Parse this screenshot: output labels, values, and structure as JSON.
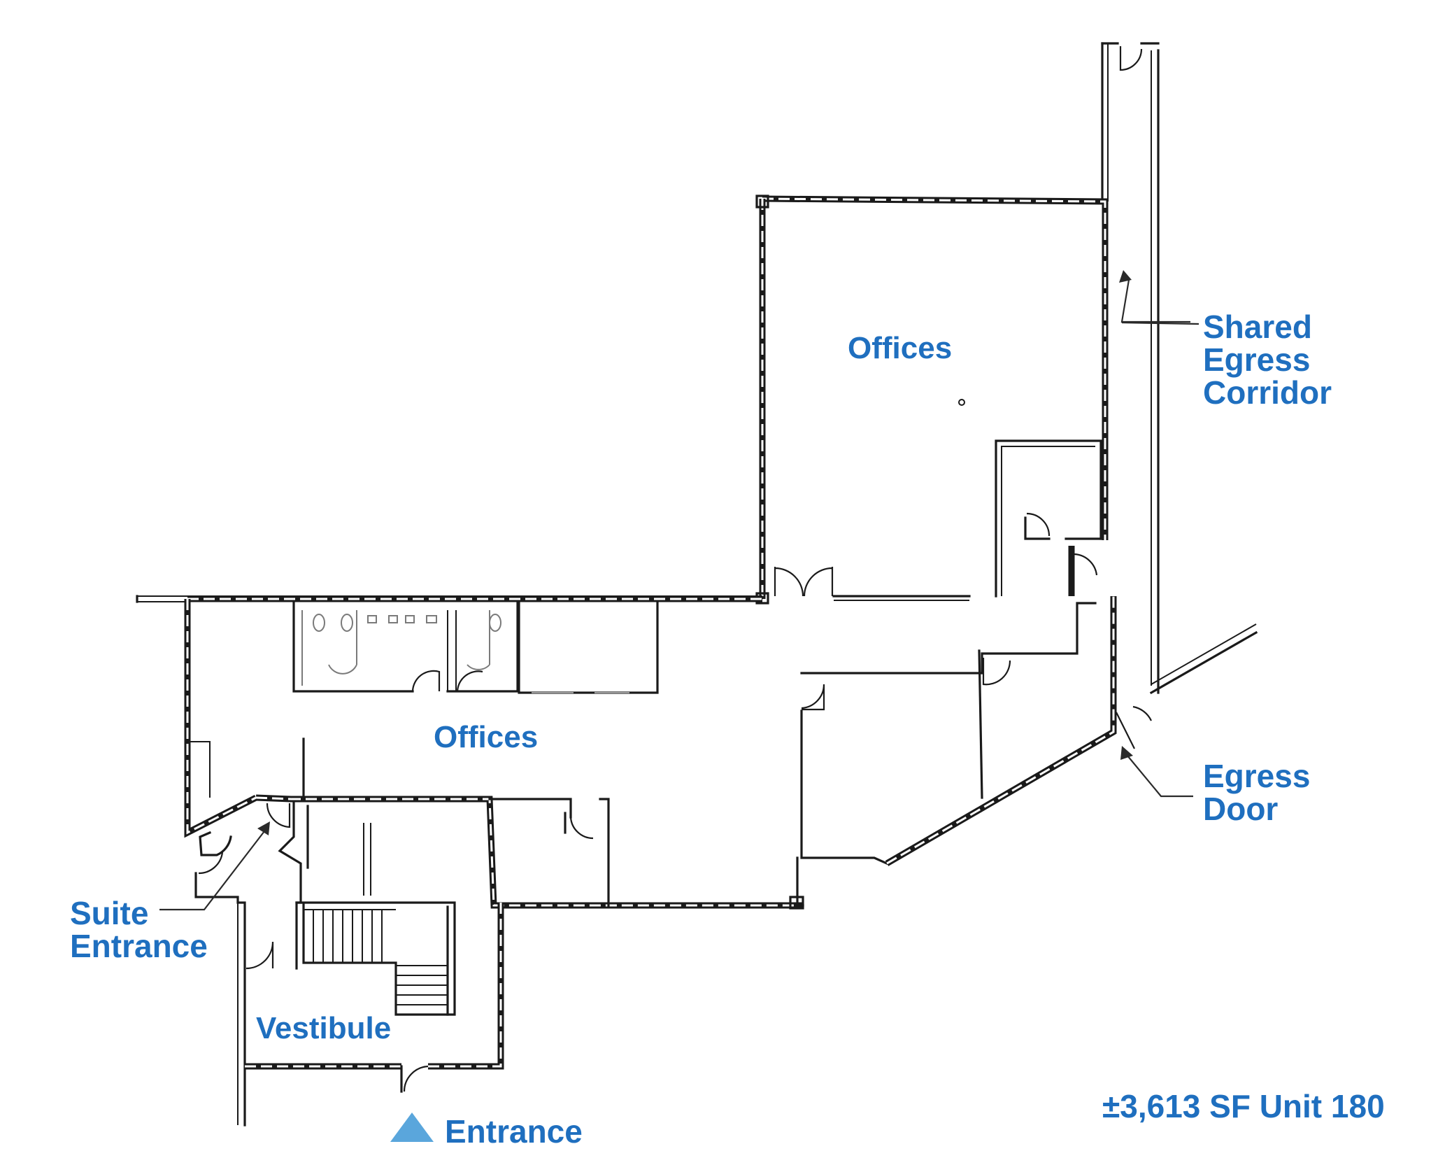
{
  "floor_plan": {
    "rooms": {
      "upper_offices": "Offices",
      "lower_offices": "Offices",
      "vestibule": "Vestibule"
    },
    "callouts": {
      "shared_egress_corridor": "Shared\nEgress\nCorridor",
      "egress_door": "Egress\nDoor",
      "suite_entrance": "Suite\nEntrance",
      "entrance": "Entrance"
    },
    "unit_summary": "±3,613 SF Unit 180"
  },
  "colors": {
    "label_blue": "#1f6fbf",
    "entrance_marker": "#5aa6dc",
    "wall": "#1a1a1a"
  }
}
